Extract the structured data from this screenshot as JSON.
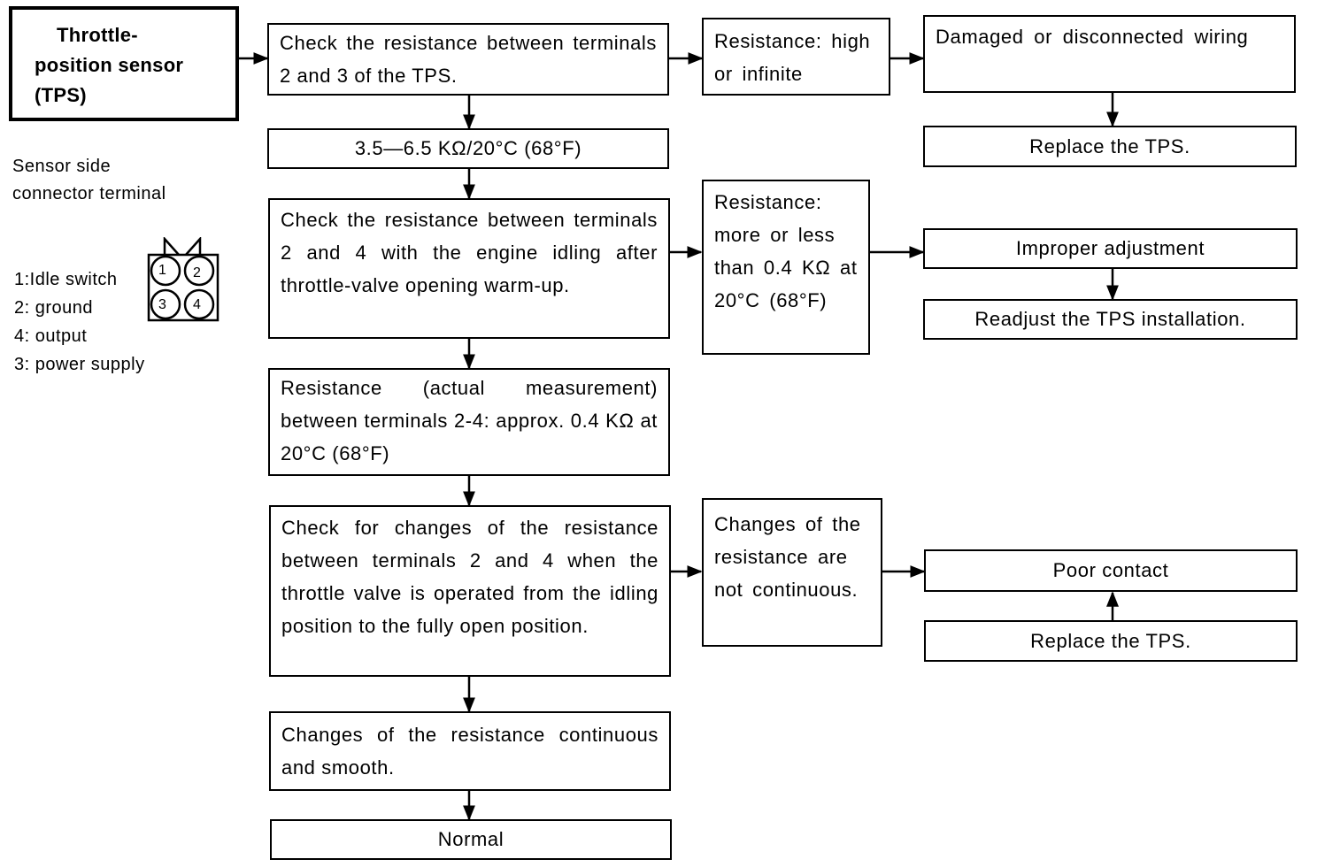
{
  "tps": {
    "title_line1": "Throttle-",
    "title_line2": "position sensor",
    "title_line3": "(TPS)"
  },
  "connector": {
    "caption_line1": "Sensor side",
    "caption_line2": "connector terminal",
    "legend": [
      "1:Idle switch",
      "2: ground",
      "4: output",
      "3: power supply"
    ],
    "pins": [
      "1",
      "2",
      "3",
      "4"
    ]
  },
  "steps": {
    "check_2_3": "Check the resistance between terminals 2 and 3 of the TPS.",
    "spec_range": "3.5—6.5 KΩ/20°C (68°F)",
    "check_2_4_idle": "Check the resistance between terminals 2 and 4 with the engine idling after throttle-valve opening warm-up.",
    "actual_measurement": "Resistance (actual measurement) between terminals 2-4: approx. 0.4 KΩ at 20°C (68°F)",
    "check_changes": "Check for changes of the resistance between terminals 2 and 4 when the throttle valve is operated from the idling position to the fully open position.",
    "changes_smooth": "Changes of the resistance continuous and smooth.",
    "normal": "Normal"
  },
  "conditions": {
    "high_infinite": "Resistance: high or infinite",
    "more_or_less": "Resistance: more or less than 0.4 KΩ at 20°C (68°F)",
    "not_continuous": "Changes of the resistance are not continuous."
  },
  "causes": {
    "damaged_wiring": "Damaged or disconnected wiring",
    "improper_adjustment": "Improper adjustment",
    "poor_contact": "Poor contact"
  },
  "actions": {
    "replace_tps_1": "Replace the TPS.",
    "readjust": "Readjust the TPS installation.",
    "replace_tps_2": "Replace the TPS."
  }
}
